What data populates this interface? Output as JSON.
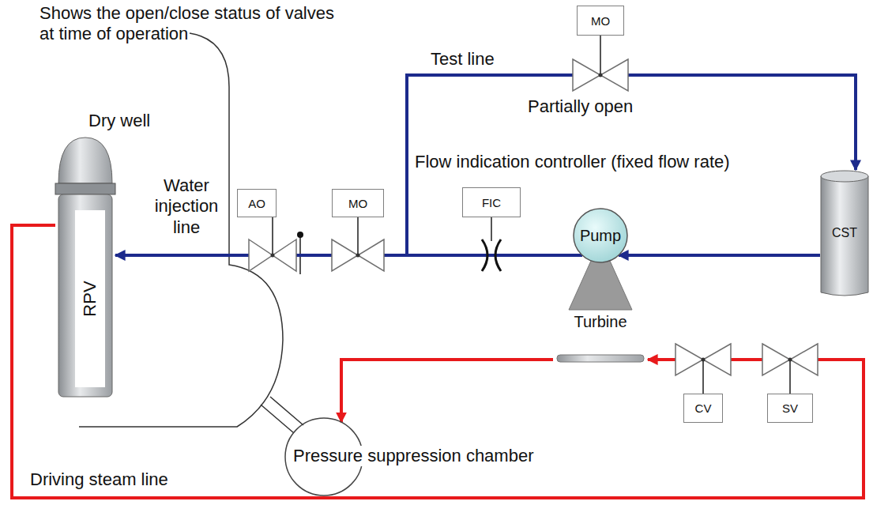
{
  "diagram": {
    "nodes": [
      {
        "text": [
          "MO"
        ]
      },
      {
        "text": [
          "RPV"
        ]
      },
      {
        "text": [
          "AO"
        ]
      },
      {
        "text": [
          "MO"
        ]
      },
      {
        "text": [
          "FIC"
        ]
      },
      {
        "text": [
          "Pump"
        ]
      },
      {
        "text": [
          "CST"
        ]
      },
      {
        "text": [
          "Turbine"
        ]
      },
      {
        "text": [
          "CV"
        ]
      },
      {
        "text": [
          "SV"
        ]
      },
      {
        "text": [
          "Pressure suppression chamber"
        ]
      }
    ],
    "edges": [
      {
        "from": 6,
        "to": 5,
        "arrow": "to"
      },
      {
        "from": 5,
        "to": 1,
        "arrow": "to"
      },
      {
        "from": 5,
        "to": 6,
        "arrow": "to"
      },
      {
        "from": 1,
        "to": 7,
        "arrow": "to"
      },
      {
        "from": 7,
        "to": 10,
        "arrow": "to"
      }
    ],
    "labels": [
      "Shows the open/close status of valves at time of operation",
      "Dry well",
      "Water injection line",
      "Test line",
      "Partially open",
      "Flow indication controller (fixed flow rate)",
      "Driving steam line"
    ]
  }
}
